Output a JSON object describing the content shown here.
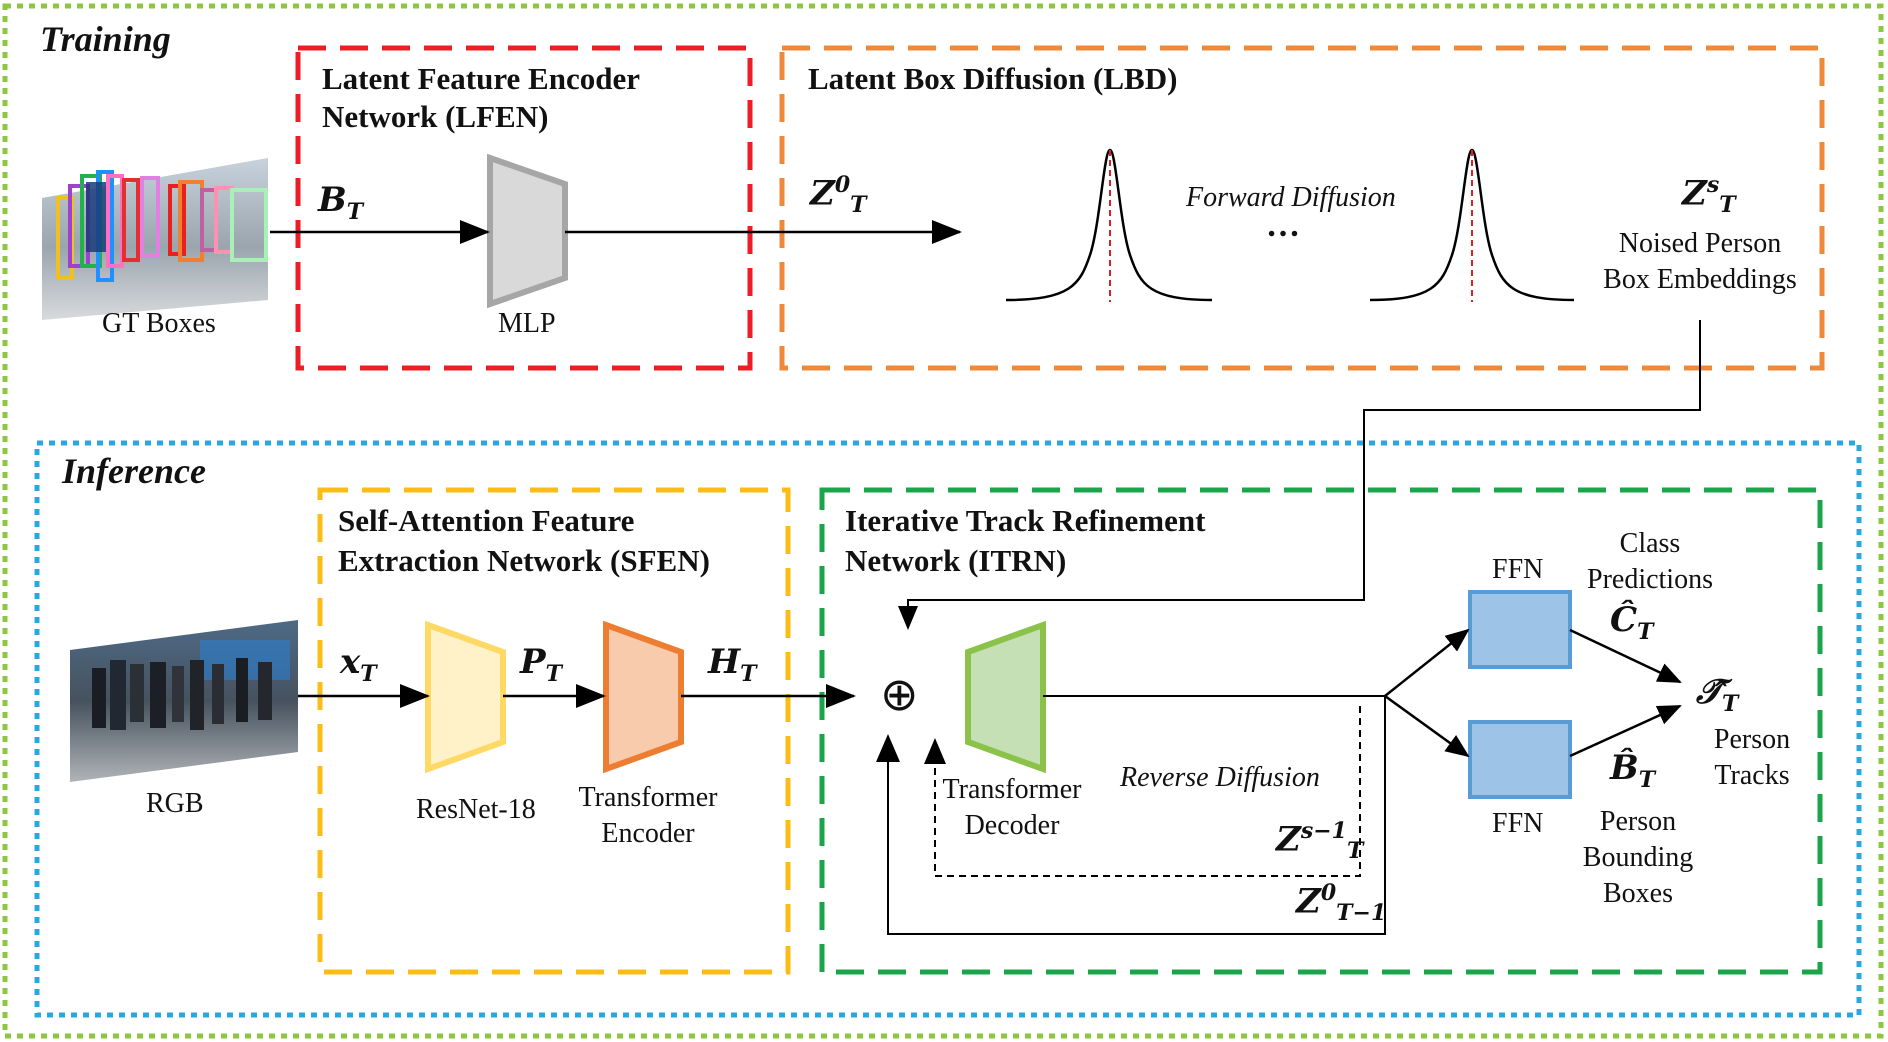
{
  "sections": {
    "training": "Training",
    "inference": "Inference"
  },
  "modules": {
    "lfen": {
      "line1": "Latent Feature Encoder",
      "line2": "Network (LFEN)"
    },
    "lbd": {
      "title": "Latent Box Diffusion (LBD)"
    },
    "sfen": {
      "line1": "Self-Attention Feature",
      "line2": "Extraction Network (SFEN)"
    },
    "itrn": {
      "line1": "Iterative Track Refinement",
      "line2": "Network (ITRN)"
    }
  },
  "labels": {
    "gt_boxes": "GT Boxes",
    "mlp": "MLP",
    "forward_diffusion": "Forward Diffusion",
    "ellipsis": "…",
    "noised_line1": "Noised Person",
    "noised_line2": "Box Embeddings",
    "rgb": "RGB",
    "resnet": "ResNet-18",
    "transformer_encoder_line1": "Transformer",
    "transformer_encoder_line2": "Encoder",
    "transformer_decoder_line1": "Transformer",
    "transformer_decoder_line2": "Decoder",
    "reverse_diffusion": "Reverse Diffusion",
    "ffn_top": "FFN",
    "ffn_bottom": "FFN",
    "class_line1": "Class",
    "class_line2": "Predictions",
    "tracks_line1": "Person",
    "tracks_line2": "Tracks",
    "bbox_line1": "Person",
    "bbox_line2": "Bounding",
    "bbox_line3": "Boxes",
    "oplus": "⊕"
  },
  "math": {
    "b_t": {
      "base": "B",
      "sub": "T"
    },
    "z_t0": {
      "base": "Z",
      "sub": "T",
      "sup": "0"
    },
    "z_ts": {
      "base": "Z",
      "sub": "T",
      "sup": "s"
    },
    "x_t": {
      "base": "x",
      "sub": "T"
    },
    "p_t": {
      "base": "P",
      "sub": "T"
    },
    "h_t": {
      "base": "H",
      "sub": "T"
    },
    "z_ts1": {
      "base": "Z",
      "sub": "T",
      "sup": "s−1"
    },
    "z_t10": {
      "base": "Z",
      "sub": "T−1",
      "sup": "0"
    },
    "c_hat": {
      "base": "Ĉ",
      "sub": "T"
    },
    "t_hat": {
      "base": "𝒯̂",
      "sub": "T"
    },
    "b_hat": {
      "base": "B̂",
      "sub": "T"
    }
  },
  "colors": {
    "training_border": "#8dc63f",
    "inference_border": "#29a8e0",
    "lfen_border": "#ee1c24",
    "lbd_border": "#f0883a",
    "sfen_border": "#fbbc16",
    "itrn_border": "#1aa54a",
    "mlp_fill": "#d9d9d9",
    "mlp_stroke": "#a6a6a6",
    "resnet_fill": "#fff2c8",
    "resnet_stroke": "#ffd966",
    "encoder_fill": "#f8cbad",
    "encoder_stroke": "#ed7d31",
    "decoder_fill": "#c5e0b4",
    "decoder_stroke": "#8bc34a",
    "ffn_fill": "#9dc3e6",
    "ffn_stroke": "#5b9bd5",
    "gaussian_dash": "#e02020"
  }
}
